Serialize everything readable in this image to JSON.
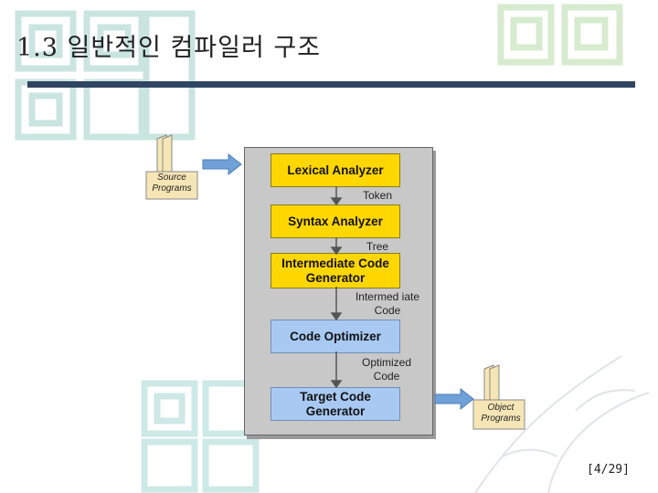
{
  "slide": {
    "title": "1.3 일반적인 컴파일러 구조",
    "page_number": "[4/29]"
  },
  "diagram": {
    "input_label": [
      "Source",
      "Programs"
    ],
    "output_label": [
      "Object",
      "Programs"
    ],
    "stages": [
      {
        "label": "Lexical Analyzer"
      },
      {
        "label": "Syntax Analyzer"
      },
      {
        "label": "Intermediate Code Generator"
      },
      {
        "label": "Code Optimizer"
      },
      {
        "label": "Target Code Generator"
      }
    ],
    "flow_labels": [
      "Token",
      "Tree",
      "Intermed iate Code",
      "Optimized Code"
    ],
    "colors": {
      "stage_fill": "#ffd700",
      "optimizer_fill": "#a8c9f2",
      "arrow": "#6fa0d8"
    }
  }
}
